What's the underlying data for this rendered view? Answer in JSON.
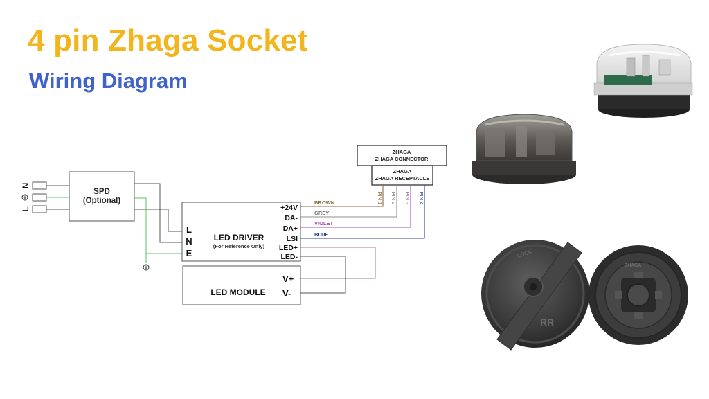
{
  "header": {
    "title": "4 pin Zhaga Socket",
    "subtitle": "Wiring Diagram"
  },
  "colors": {
    "title": "#f2b51e",
    "subtitle": "#3f63c8",
    "brown": "#8b6a43",
    "grey": "#8f8f8f",
    "violet": "#a14fb6",
    "blue": "#2f3f8f",
    "ground": "#5cbf5c",
    "led_plus": "#b07a7a",
    "line": "#555555"
  },
  "diagram": {
    "inputs": {
      "n": "N",
      "l": "L"
    },
    "spd": {
      "line1": "SPD",
      "line2": "(Optional)"
    },
    "driver": {
      "title": "LED DRIVER",
      "subtitle": "(For Reference Only)",
      "lne": [
        "L",
        "N",
        "E"
      ],
      "terminals": [
        "+24V",
        "DA-",
        "DA+",
        "LSI",
        "LED+",
        "LED-"
      ]
    },
    "wires": [
      "BROWN",
      "GREY",
      "VIOLET",
      "BLUE"
    ],
    "connector": {
      "line1": "ZHAGA",
      "line2": "ZHAGA CONNECTOR"
    },
    "receptacle": {
      "line1": "ZHAGA",
      "line2": "ZHAGA RECEPTACLE"
    },
    "pins": [
      "PIN 1",
      "PIN 2",
      "PIN 3",
      "PIN 4"
    ],
    "module": {
      "label": "LED MODULE",
      "v_plus": "V+",
      "v_minus": "V-"
    }
  },
  "photos": {
    "cap_clear": "clear-dome-zhaga-cap",
    "cap_smoke": "smoked-zhaga-cap",
    "socket_back": "zhaga-socket-rear-view",
    "socket_front": "zhaga-receptacle-face",
    "socket_text": [
      "LOCK",
      "RR",
      "ZHAGA"
    ]
  }
}
